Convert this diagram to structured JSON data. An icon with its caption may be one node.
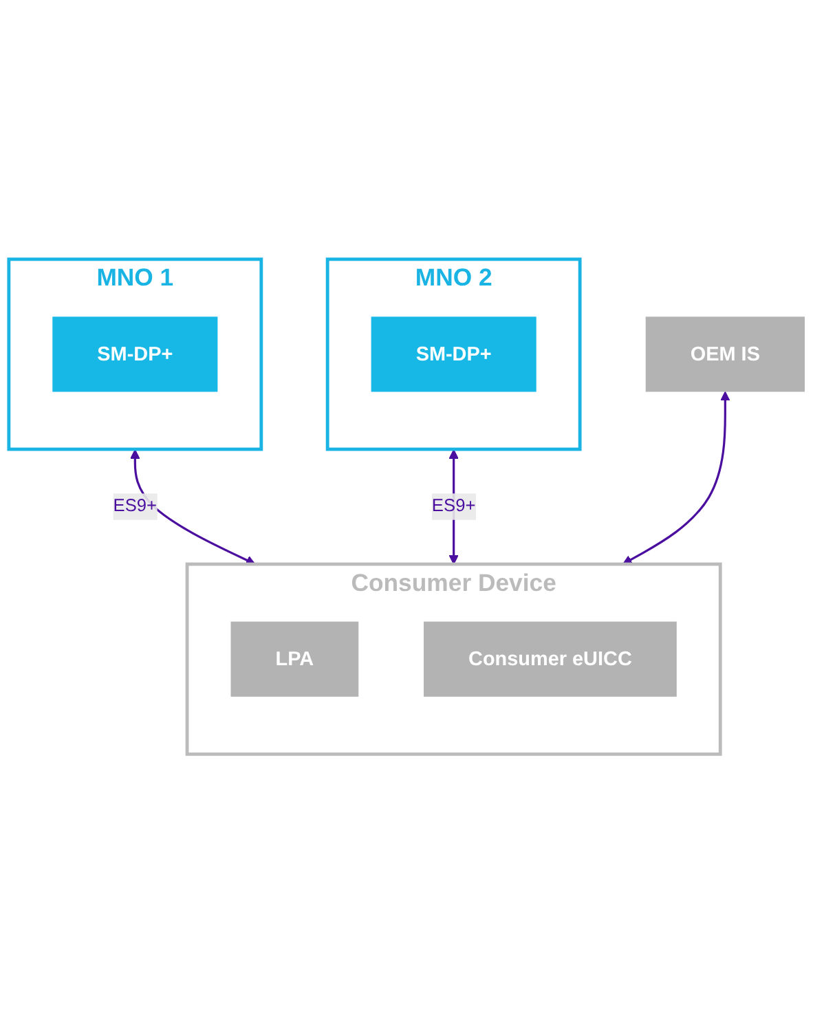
{
  "diagram": {
    "nodes": [
      {
        "text": [
          "MNO 1"
        ]
      },
      {
        "text": [
          "SM-DP+"
        ],
        "in": 0
      },
      {
        "text": [
          "MNO 2"
        ]
      },
      {
        "text": [
          "SM-DP+"
        ],
        "in": 2
      },
      {
        "text": [
          "OEM IS"
        ]
      },
      {
        "text": [
          "Consumer Device"
        ]
      },
      {
        "text": [
          "LPA"
        ],
        "in": 5
      },
      {
        "text": [
          "Consumer eUICC"
        ],
        "in": 5
      }
    ],
    "edges": [
      {
        "from": 0,
        "to": 5,
        "arrow": "both",
        "label": "ES9+"
      },
      {
        "from": 2,
        "to": 5,
        "arrow": "both",
        "label": "ES9+"
      },
      {
        "from": 4,
        "to": 5,
        "arrow": "both"
      }
    ]
  }
}
